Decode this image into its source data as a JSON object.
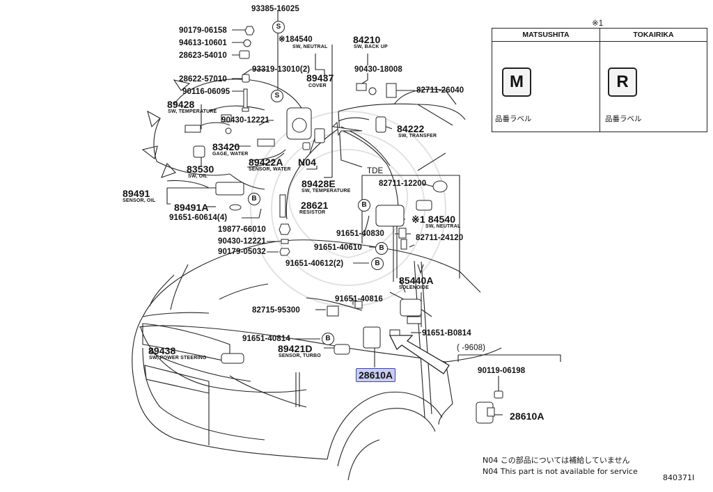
{
  "parts": {
    "p93385_16025": "93385-16025",
    "p90179_06158": "90179-06158",
    "p94613_10601": "94613-10601",
    "p28623_54010": "28623-54010",
    "p93319_13010": "93319-13010(2)",
    "p28622_57010": "28622-57010",
    "p90116_06095": "90116-06095",
    "p89428": "89428",
    "p90430_12221a": "90430-12221",
    "p83420": "83420",
    "p89422A": "89422A",
    "pN04": "N04",
    "p83530": "83530",
    "p89491": "89491",
    "p89491A": "89491A",
    "p91651_60614": "91651-60614(4)",
    "p19877_66010": "19877-66010",
    "p90430_12221b": "90430-12221",
    "p90179_05032": "90179-05032",
    "p91651_40612": "91651-40612(2)",
    "p91651_40816": "91651-40816",
    "p82715_95300": "82715-95300",
    "p91651_40814": "91651-40814",
    "p89421D": "89421D",
    "p89438": "89438",
    "p28610A": "28610A",
    "p184540": "※184540",
    "p89437": "89437",
    "p84210": "84210",
    "p90430_18008": "90430-18008",
    "p82711_26040": "82711-26040",
    "p84222": "84222",
    "p89428E": "89428E",
    "p28621": "28621",
    "pTDE": "TDE",
    "p82711_12200": "82711-12200",
    "p91651_40830": "91651-40830",
    "p84540b": "※1 84540",
    "p91651_40610": "91651-40610",
    "p82711_24120": "82711-24120",
    "p85440A": "85440A",
    "p91651_B0814": "91651-B0814",
    "p9608": "(     -9608)",
    "p90119_06198": "90119-06198",
    "p28610A_b": "28610A"
  },
  "sublabels": {
    "sw_neutral": "SW, NEUTRAL",
    "sw_back_up": "SW, BACK UP",
    "cover": "COVER",
    "sw_temperature_a": "SW, TEMPERATURE",
    "gage_water": "GAGE, WATER",
    "sensor_water": "SENSOR, WATER",
    "sw_oil": "SW, OIL",
    "sensor_oil": "SENSOR, OIL",
    "sw_transfer": "SW, TRANSFER",
    "sw_temperature_b": "SW, TEMPERATURE",
    "resistor": "RESISTOR",
    "sw_neutral_b": "SW, NEUTRAL",
    "solenoide": "SOLENOIDE",
    "sensor_turbo": "SENSOR, TURBO",
    "sw_power_steering": "SW, POWER STEERING"
  },
  "badges": {
    "s1": "S",
    "s2": "S",
    "b1": "B",
    "b2": "B",
    "b3": "B",
    "b4": "B",
    "b5": "B"
  },
  "ref_box": {
    "marker": "※1",
    "col1": "MATSUSHITA",
    "col2": "TOKAIRIKA",
    "logo1": "M",
    "logo2": "R",
    "label1": "品番ラベル",
    "label2": "品番ラベル"
  },
  "notes": {
    "jp": "N04 この部品については補給していません",
    "en": "N04 This part is not available for service",
    "code": "840371I"
  }
}
